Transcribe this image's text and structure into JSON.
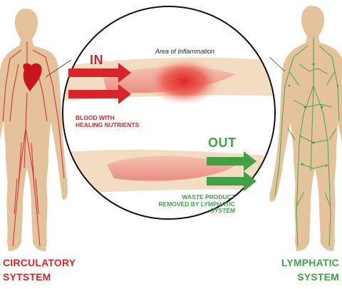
{
  "labels": {
    "in": "IN",
    "out": "OUT",
    "inflammation_area": "Area of Inflammation",
    "blood_caption": "BLOOD WITH\nHEALING NUTRIENTS",
    "waste_caption": "WASTE PRODUCT\nREMOVED BY LYMPHATIC\nSYSTEM",
    "left_system": "CIRCULATORY\nSYTSTEM",
    "right_system": "LYMPHATIC\nSYSTEM"
  },
  "colors": {
    "circulatory": "#d8252b",
    "lymphatic": "#43a047",
    "body": "#e4c29c"
  }
}
